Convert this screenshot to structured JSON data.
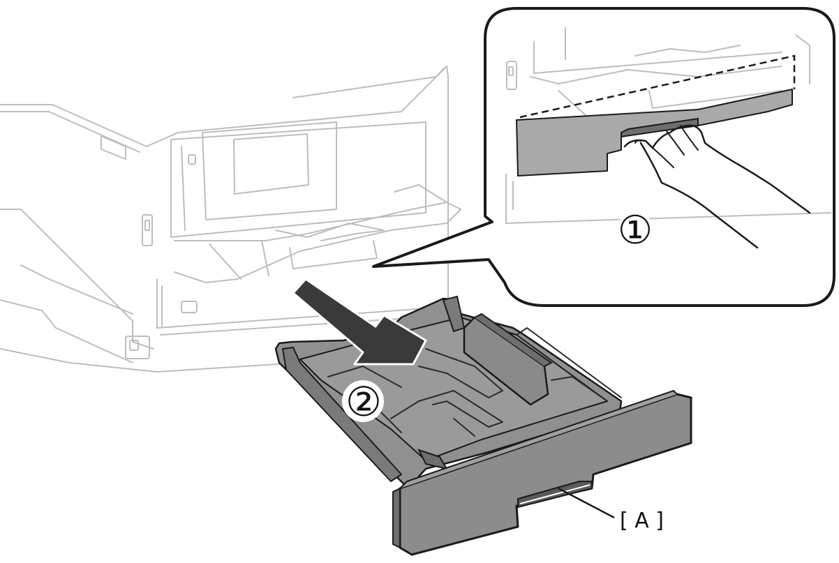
{
  "diagram": {
    "step_1_label": "①",
    "step_2_label": "②",
    "callout_label": "[ A ]",
    "colors": {
      "line_light": "#bdbdbd",
      "line_dark": "#1a1a1a",
      "tray_fill": "#8c8c8c",
      "tray_dark": "#6e6e6e",
      "panel_fill": "#a9a9a9",
      "arrow_fill": "#3a3a3a"
    }
  }
}
